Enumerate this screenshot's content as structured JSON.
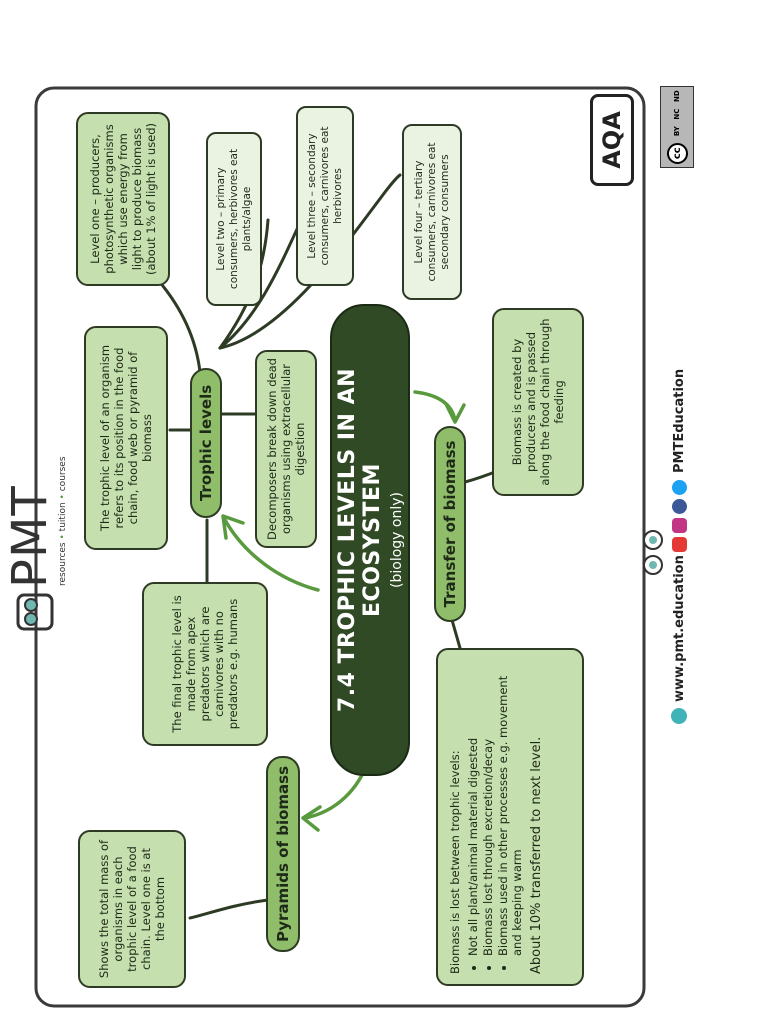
{
  "brand": {
    "logo_text": "PMT",
    "tagline_words": [
      "resources",
      "tuition",
      "courses"
    ],
    "exam_board": "AQA",
    "license_icons": [
      "cc",
      "by",
      "nc",
      "nd"
    ],
    "license_labels": [
      "BY",
      "NC",
      "ND"
    ],
    "website": "www.pmt.education",
    "social_handle": "PMTEducation",
    "social_icons": [
      "youtube-icon",
      "instagram-icon",
      "facebook-icon",
      "twitter-icon"
    ],
    "accent_color": "#2f4a24",
    "node_color": "#c5dfae",
    "label_color": "#8fbd69"
  },
  "title": {
    "main": "7.4 TROPHIC LEVELS IN AN ECOSYSTEM",
    "sub": "(biology only)"
  },
  "branches": {
    "trophic_levels": "Trophic levels",
    "transfer_of_biomass": "Transfer of biomass",
    "pyramids_of_biomass": "Pyramids of biomass"
  },
  "nodes": {
    "level_one": "Level one – producers, photosynthetic organisms which use energy from light to produce biomass (about 1% of light is used)",
    "level_two": "Level two – primary consumers, herbivores eat plants/algae",
    "level_three": "Level three – secondary consumers, carnivores eat herbivores",
    "level_four": "Level four – tertiary consumers, carnivores eat secondary consumers",
    "trophic_definition": "The trophic level of an organism refers to its position in the food chain, food web or pyramid of biomass",
    "decomposers": "Decomposers break down dead organisms using extracellular digestion",
    "final_level": "The final trophic level is made from apex predators which are carnivores with no predators e.g. humans",
    "biomass_created": "Biomass is created by producers and is passed along the food chain through feeding",
    "pyramid_definition": "Shows the total mass of organisms in each trophic level of a food chain. Level one is at the bottom",
    "biomass_lost": {
      "heading": "Biomass is lost between trophic levels:",
      "bullets": [
        "Not all plant/animal material digested",
        "Biomass lost through excretion/decay",
        "Biomass used in other processes e.g. movement and keeping warm"
      ],
      "footer": "About 10% transferred to next level."
    }
  }
}
